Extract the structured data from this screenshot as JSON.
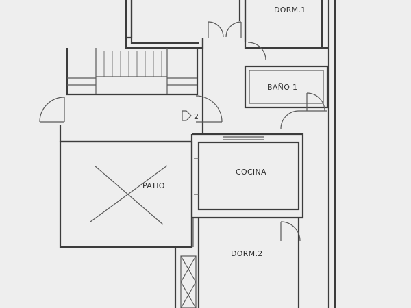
{
  "rooms": {
    "dorm1": "DORM.1",
    "bano1": "BAÑO 1",
    "cocina": "COCINA",
    "patio": "PATIO",
    "dorm2": "DORM.2"
  },
  "stair_marker": "2",
  "colors": {
    "paper": "#eeeeee",
    "line": "#3c3c3c"
  }
}
